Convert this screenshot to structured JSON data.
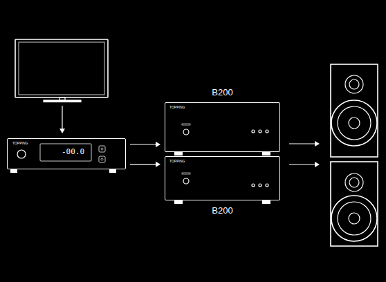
{
  "diagram": {
    "nodes": [
      {
        "text": [
          "TOPPING",
          "-00.0"
        ]
      },
      {
        "text": [
          "B200",
          "TOPPING"
        ]
      },
      {
        "text": [
          "B200",
          "TOPPING"
        ]
      }
    ],
    "edges": [
      {
        "from": 0,
        "to": 1,
        "arrow": "to"
      },
      {
        "from": 0,
        "to": 2,
        "arrow": "to"
      }
    ]
  }
}
